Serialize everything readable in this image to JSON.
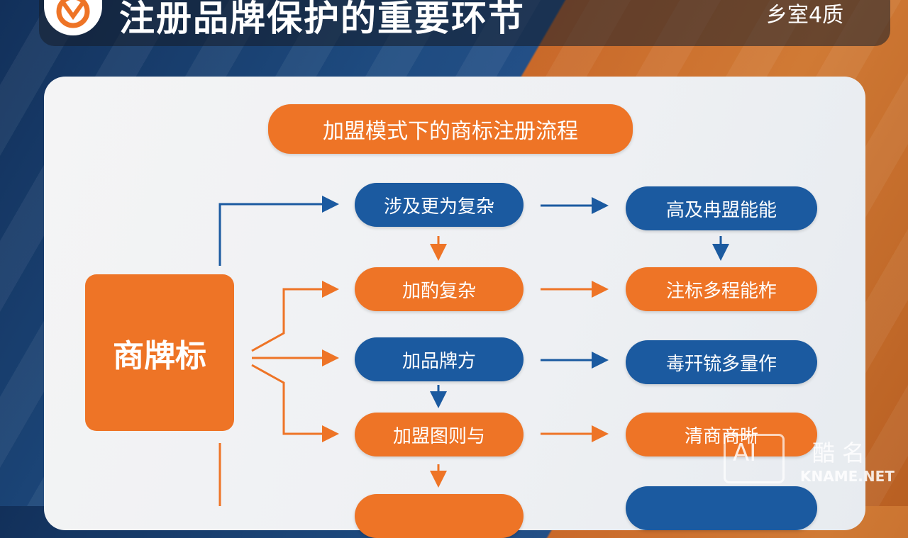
{
  "header": {
    "title": "注册品牌保护的重要环节",
    "right_text": "乡室4质",
    "logo_icon": "vs-logo-icon"
  },
  "diagram": {
    "heading": "加盟模式下的商标注册流程",
    "main_node": "商牌标",
    "column1": [
      "涉及更为复杂",
      "加酌复杂",
      "加品牌方",
      "加盟图则与",
      ""
    ],
    "column2": [
      "高及冉盟能能",
      "注标多程能柞",
      "毒幵锍多量作",
      "清商商晰",
      ""
    ]
  },
  "watermark": {
    "brand": "酷 名",
    "site": "KNAME.NET",
    "badge": "AI"
  },
  "colors": {
    "orange": "#ee7426",
    "blue": "#1b5aa0",
    "navy": "#12305a"
  }
}
